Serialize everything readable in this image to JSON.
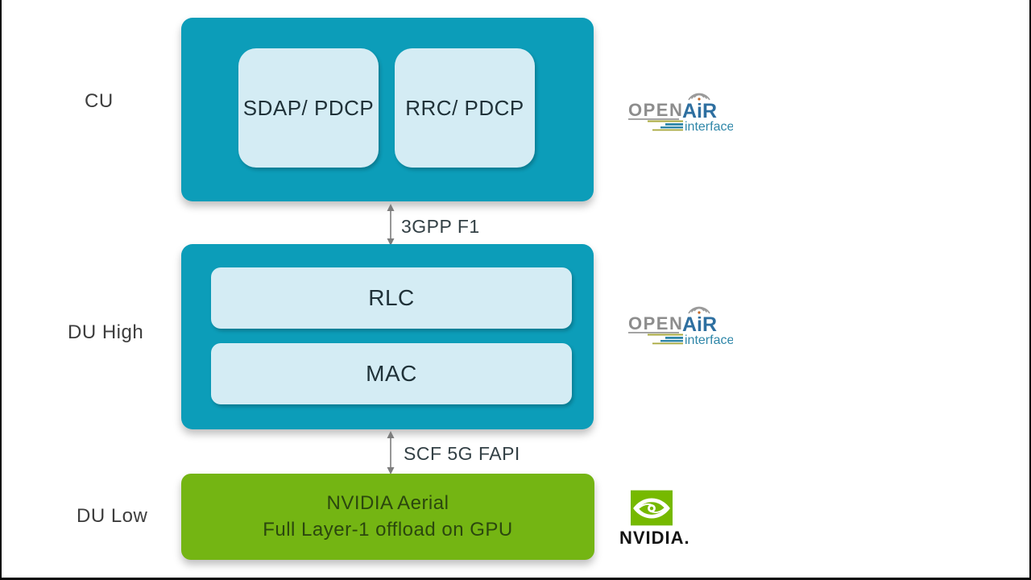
{
  "layers": {
    "cu": {
      "label": "CU"
    },
    "du_high": {
      "label": "DU High"
    },
    "du_low": {
      "label": "DU Low"
    }
  },
  "cu_box": {
    "items": [
      {
        "label": "SDAP/ PDCP"
      },
      {
        "label": "RRC/ PDCP"
      }
    ]
  },
  "du_high_box": {
    "items": [
      {
        "label": "RLC"
      },
      {
        "label": "MAC"
      }
    ]
  },
  "du_low_box": {
    "line1": "NVIDIA Aerial",
    "line2": "Full Layer-1 offload on GPU"
  },
  "interfaces": {
    "f1": "3GPP F1",
    "fapi": "SCF 5G FAPI"
  },
  "logos": {
    "openair": {
      "open": "OPEN",
      "air": "AiR",
      "interface": "interface"
    },
    "nvidia": {
      "wordmark": "NVIDIA."
    }
  },
  "colors": {
    "teal_box": "#0c9db9",
    "inner_box": "#d4ecf4",
    "green_box": "#74b513",
    "nvidia_green": "#76b900",
    "box_text": "#1f3138",
    "green_box_text": "#2b470e",
    "label_text": "#3d3d3d",
    "arrow": "#7d7d7d",
    "oai_gray": "#8d8d8d",
    "oai_blue": "#2e6fa0",
    "oai_teal": "#2e86a8",
    "oai_olive": "#a8a83c"
  }
}
